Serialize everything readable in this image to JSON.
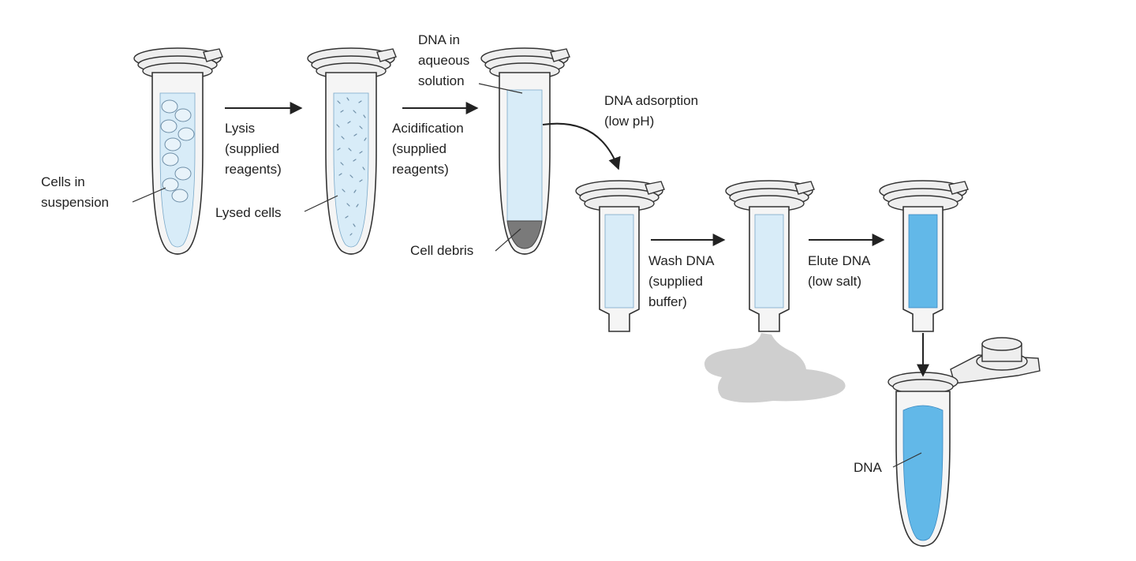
{
  "labels": {
    "cells_in_1": "Cells in",
    "cells_in_2": "suspension",
    "lysis_1": "Lysis",
    "lysis_2": "(supplied",
    "lysis_3": "reagents)",
    "lysed_cells": "Lysed cells",
    "dna_aq_1": "DNA in",
    "dna_aq_2": "aqueous",
    "dna_aq_3": "solution",
    "acid_1": "Acidification",
    "acid_2": "(supplied",
    "acid_3": "reagents)",
    "cell_debris": "Cell debris",
    "adsorb_1": "DNA adsorption",
    "adsorb_2": "(low pH)",
    "wash_1": "Wash DNA",
    "wash_2": "(supplied",
    "wash_3": "buffer)",
    "elute_1": "Elute DNA",
    "elute_2": "(low salt)",
    "dna": "DNA"
  },
  "colors": {
    "liquid_light": "#d8ecf8",
    "liquid_dark": "#62b8e8",
    "debris": "#7a7a7a",
    "waste": "#cfcfcf"
  }
}
